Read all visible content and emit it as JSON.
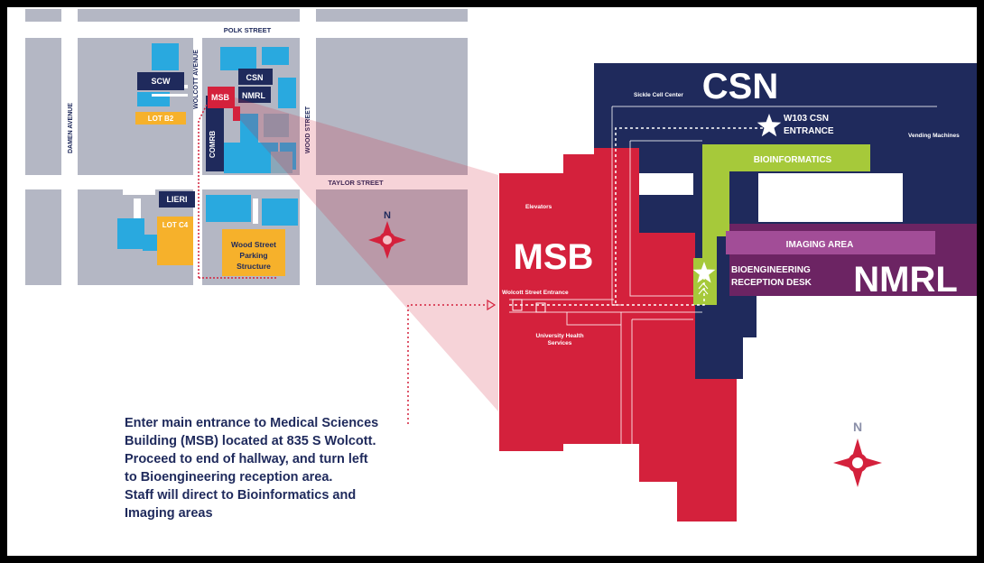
{
  "streets": {
    "polk": "POLK STREET",
    "taylor": "TAYLOR STREET",
    "damen": "DAMEN AVENUE",
    "wolcott": "WOLCOTT AVENUE",
    "wood": "WOOD STREET"
  },
  "campus_labels": {
    "scw": "SCW",
    "csn": "CSN",
    "msb": "MSB",
    "nmrl": "NMRL",
    "comrb": "COMRB",
    "lot_b2": "LOT B2",
    "lieri": "LIERI",
    "lot_c4": "LOT C4",
    "parking_line1": "Wood Street",
    "parking_line2": "Parking",
    "parking_line3": "Structure"
  },
  "compass": {
    "north_label": "N"
  },
  "floor": {
    "csn": "CSN",
    "msb": "MSB",
    "nmrl": "NMRL",
    "sickle_cell": "Sickle Cell Center",
    "w103_line1": "W103 CSN",
    "w103_line2": "ENTRANCE",
    "vending": "Vending Machines",
    "bioinformatics": "BIOINFORMATICS",
    "elevators": "Elevators",
    "imaging": "IMAGING AREA",
    "reception_line1": "BIOENGINEERING",
    "reception_line2": "RECEPTION DESK",
    "wolcott_entrance": "Wolcott Street Entrance",
    "uhs_line1": "University Health",
    "uhs_line2": "Services"
  },
  "instructions": [
    "Enter main entrance to Medical Sciences",
    "Building (MSB) located at 835 S Wolcott.",
    "Proceed to end of hallway, and turn left",
    "to Bioengineering reception area.",
    "Staff will direct to Bioinformatics and",
    "Imaging areas"
  ],
  "colors": {
    "navy": "#1f2a5c",
    "red": "#d4213c",
    "green": "#a6c93a",
    "purple": "#6c2463",
    "imaging": "#a24d97",
    "cyan": "#29a9df",
    "yellow": "#f6b12b",
    "gray_block": "#b4b7c4"
  }
}
